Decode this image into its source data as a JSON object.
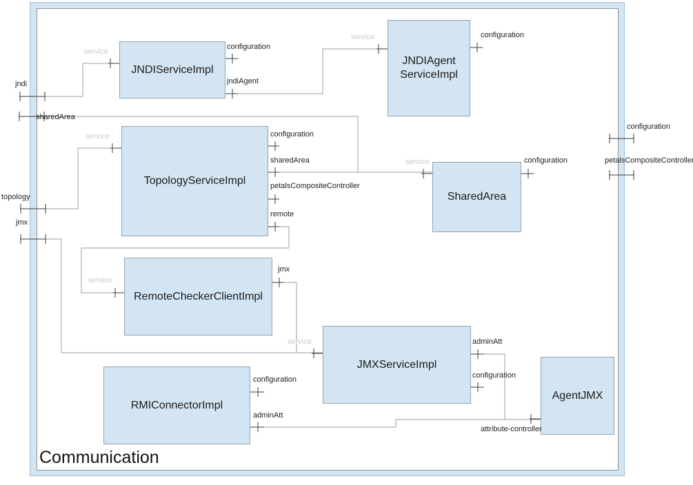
{
  "diagram": {
    "title": "Communication"
  },
  "colors": {
    "box_fill": "#d3e5f3",
    "box_border": "#93a2ad",
    "frame_band": "#d3e4f2",
    "frame_outer_border": "#a0bdd9",
    "frame_inner_border": "#8d969e",
    "wire": "#9b9b9b",
    "port_stub": "#3a3a3a",
    "service_label": "#c6cbcf",
    "label": "#1c1c1c"
  },
  "components": {
    "jndiService": {
      "title": "JNDIServiceImpl",
      "ports": {
        "service": "service",
        "configuration": "configuration",
        "jndiAgent": "jndiAgent"
      }
    },
    "jndiAgentService": {
      "title": "JNDIAgent ServiceImpl",
      "ports": {
        "service": "service",
        "configuration": "configuration"
      }
    },
    "topologyService": {
      "title": "TopologyServiceImpl",
      "ports": {
        "service": "service",
        "configuration": "configuration",
        "sharedArea": "sharedArea",
        "petalsCompositeController": "petalsCompositeController",
        "remote": "remote"
      }
    },
    "sharedArea": {
      "title": "SharedArea",
      "ports": {
        "service": "service",
        "configuration": "configuration"
      }
    },
    "remoteCheckerClient": {
      "title": "RemoteCheckerClientImpl",
      "ports": {
        "service": "service",
        "jmx": "jmx"
      }
    },
    "jmxService": {
      "title": "JMXServiceImpl",
      "ports": {
        "service": "service",
        "adminAtt": "adminAtt",
        "configuration": "configuration"
      }
    },
    "rmiConnector": {
      "title": "RMIConnectorImpl",
      "ports": {
        "configuration": "configuration",
        "adminAtt": "adminAtt"
      }
    },
    "agentJmx": {
      "title": "AgentJMX",
      "ports": {
        "attributeController": "attribute-controller"
      }
    }
  },
  "externalPorts": {
    "left": {
      "jndi": "jndi",
      "sharedArea": "sharedArea",
      "topology": "topology",
      "jmx": "jmx"
    },
    "right": {
      "configuration": "configuration",
      "petalsCompositeController": "petalsCompositeController"
    }
  }
}
